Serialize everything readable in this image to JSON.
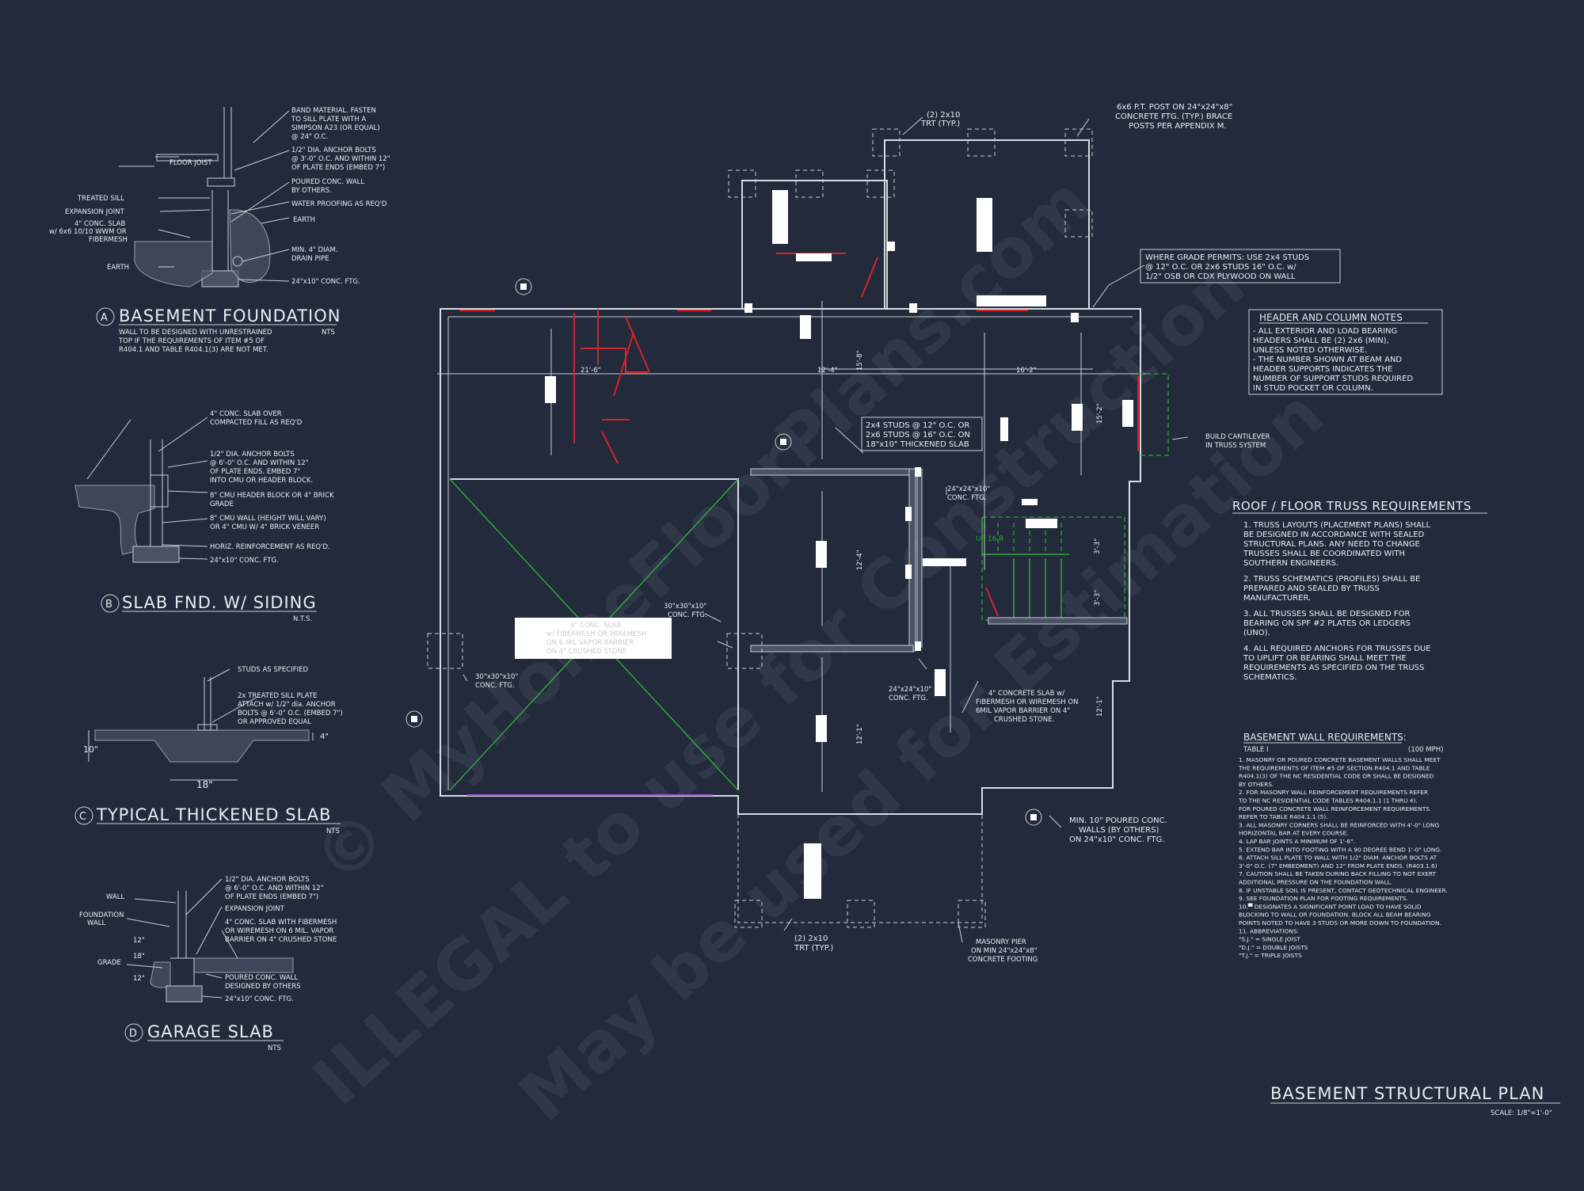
{
  "watermark": {
    "line1": "© MyHomeFloorPlans.com",
    "line2": "ILLEGAL to use for Construction",
    "line3": "May be used for Estimation"
  },
  "detail_a": {
    "marker": "A",
    "title": "BASEMENT FOUNDATION",
    "scale": "NTS",
    "note": [
      "WALL TO BE DESIGNED WITH UNRESTRAINED",
      "TOP IF THE REQUIREMENTS OF ITEM #5 OF",
      "R404.1 AND TABLE R404.1(3) ARE NOT MET."
    ],
    "labels": {
      "floor_joist": "FLOOR JOIST",
      "treated_sill": "TREATED SILL",
      "expansion_joint": "EXPANSION JOINT",
      "slab": [
        "4\" CONC. SLAB",
        "w/ 6x6 10/10 WWM OR",
        "FIBERMESH"
      ],
      "earth_left": "EARTH",
      "band": [
        "BAND MATERIAL. FASTEN",
        "TO SILL PLATE WITH A",
        "SIMPSON A23 (OR EQUAL)",
        "@ 24\" O.C."
      ],
      "anchor": [
        "1/2\" DIA. ANCHOR BOLTS",
        "@ 3'-0\" O.C. AND WITHIN 12\"",
        "OF PLATE ENDS (EMBED 7\")"
      ],
      "wall": [
        "POURED CONC. WALL",
        "BY OTHERS."
      ],
      "waterproof": "WATER PROOFING AS REQ'D",
      "earth_right": "EARTH",
      "drain": [
        "MIN. 4\" DIAM.",
        "DRAIN PIPE"
      ],
      "ftg": "24\"x10\" CONC. FTG."
    }
  },
  "detail_b": {
    "marker": "B",
    "title": "SLAB FND. W/ SIDING",
    "scale": "N.T.S.",
    "labels": {
      "slab": [
        "4\" CONC. SLAB OVER",
        "COMPACTED FILL AS REQ'D"
      ],
      "anchor": [
        "1/2\" DIA. ANCHOR BOLTS",
        "@ 6'-0\" O.C. AND WITHIN 12\"",
        "OF PLATE ENDS. EMBED 7\"",
        "INTO CMU OR HEADER BLOCK."
      ],
      "header": [
        "8\" CMU HEADER BLOCK OR 4\" BRICK",
        "GRADE"
      ],
      "cmu": [
        "8\" CMU WALL (HEIGHT WILL VARY)",
        "OR 4\" CMU W/ 4\" BRICK VENEER"
      ],
      "horiz": "HORIZ. REINFORCEMENT AS REQ'D.",
      "ftg": "24\"x10\" CONC. FTG."
    }
  },
  "detail_c": {
    "marker": "C",
    "title": "TYPICAL THICKENED SLAB",
    "scale": "NTS",
    "labels": {
      "studs": "STUDS AS SPECIFIED",
      "sill": [
        "2x TREATED SILL PLATE",
        "ATTACH w/ 1/2\" dia. ANCHOR",
        "BOLTS @ 6'-0\" O.C. (EMBED 7\")",
        "OR APPROVED EQUAL"
      ],
      "dim_depth": "10\"",
      "dim_slab": "4\"",
      "dim_width": "18\""
    }
  },
  "detail_d": {
    "marker": "D",
    "title": "GARAGE SLAB",
    "scale": "NTS",
    "labels": {
      "wall": "WALL",
      "fnd_wall": [
        "FOUNDATION",
        "WALL"
      ],
      "grade": "GRADE",
      "anchor": [
        "1/2\" DIA. ANCHOR BOLTS",
        "@ 6'-0\" O.C. AND WITHIN 12\"",
        "OF PLATE ENDS (EMBED 7\")"
      ],
      "expansion": "EXPANSION JOINT",
      "slab": [
        "4\" CONC. SLAB WITH FIBERMESH",
        "OR WIREMESH ON 6 MIL. VAPOR",
        "BARRIER ON 4\" CRUSHED STONE"
      ],
      "wall_note": [
        "POURED CONC. WALL",
        "DESIGNED BY OTHERS"
      ],
      "ftg": "24\"x10\" CONC. FTG.",
      "dim_12a": "12\"",
      "dim_18": "18\"",
      "dim_12b": "12\""
    }
  },
  "plan": {
    "post_note": [
      "6x6 P.T. POST ON 24\"x24\"x8\"",
      "CONCRETE FTG. (TYP.) BRACE",
      "POSTS PER APPENDIX M."
    ],
    "trt_top": [
      "(2) 2x10",
      "TRT (TYP.)"
    ],
    "grade_note": [
      "WHERE GRADE PERMITS: USE 2x4 STUDS",
      "@ 12\" O.C. OR 2x6 STUDS 16\" O.C. w/",
      "1/2\" OSB OR CDX PLYWOOD ON WALL"
    ],
    "studs_note": [
      "2x4 STUDS @ 12\" O.C. OR",
      "2x6 STUDS @ 16\" O.C. ON",
      "18\"x10\" THICKENED SLAB"
    ],
    "ftg_24_a": [
      "24\"x24\"x10\"",
      "CONC. FTG."
    ],
    "ftg_24_b": [
      "24\"x24\"x10\"",
      "CONC. FTG."
    ],
    "ftg_30_a": [
      "30\"x30\"x10\"",
      "CONC. FTG."
    ],
    "ftg_30_b": [
      "30\"x30\"x10\"",
      "CONC. FTG."
    ],
    "slab_note": [
      "4\" CONCRETE SLAB w/",
      "FIBERMESH OR WIREMESH ON",
      "6MIL VAPOR BARRIER ON 4\"",
      "CRUSHED STONE."
    ],
    "garage_slab": [
      "4\" CONC. SLAB",
      "w/ FIBERMESH OR WIREMESH",
      "ON 6 MIL VAPOR BARRIER",
      "ON 4\" CRUSHED STONE"
    ],
    "wall_note": [
      "MIN. 10\" POURED CONC.",
      "WALLS (BY OTHERS)",
      "ON 24\"x10\" CONC. FTG."
    ],
    "cantilever": [
      "BUILD CANTILEVER",
      "IN TRUSS SYSTEM"
    ],
    "pier": [
      "MASONRY PIER",
      "ON MIN 24\"x24\"x8\"",
      "CONCRETE FOOTING"
    ],
    "trt_bottom": [
      "(2) 2x10",
      "TRT (TYP.)"
    ],
    "stair_up": "UP 16 R",
    "dims": {
      "d1": "21'-6\"",
      "d2": "12'-4\"",
      "d3": "16'-2\"",
      "d4": "15'-8\"",
      "d5": "15'-2\"",
      "d6": "12'-4\"",
      "d7": "12'-1\"",
      "d8": "12'-1\"",
      "d9": "3'-3\"",
      "d10": "3'-3\""
    }
  },
  "header_notes": {
    "title": "HEADER AND COLUMN NOTES",
    "lines": [
      "- ALL EXTERIOR AND LOAD BEARING",
      "HEADERS SHALL BE (2) 2x6 (MIN),",
      "UNLESS NOTED OTHERWISE.",
      "- THE NUMBER SHOWN AT BEAM AND",
      "HEADER SUPPORTS INDICATES THE",
      "NUMBER OF SUPPORT STUDS REQUIRED",
      "IN STUD POCKET OR COLUMN."
    ]
  },
  "truss_notes": {
    "title": "ROOF / FLOOR  TRUSS REQUIREMENTS",
    "items": [
      [
        "1. TRUSS LAYOUTS (PLACEMENT PLANS) SHALL",
        "BE DESIGNED IN ACCORDANCE WITH SEALED",
        "STRUCTURAL PLANS. ANY NEED TO CHANGE",
        "TRUSSES SHALL BE COORDINATED WITH",
        "SOUTHERN ENGINEERS."
      ],
      [
        "2. TRUSS SCHEMATICS (PROFILES) SHALL BE",
        "PREPARED AND SEALED BY TRUSS",
        "MANUFACTURER."
      ],
      [
        "3. ALL TRUSSES SHALL BE DESIGNED FOR",
        "BEARING ON SPF #2 PLATES OR LEDGERS",
        "(UNO)."
      ],
      [
        "4. ALL REQUIRED ANCHORS FOR TRUSSES DUE",
        "TO UPLIFT OR BEARING SHALL MEET THE",
        "REQUIREMENTS AS SPECIFIED ON THE TRUSS",
        "SCHEMATICS."
      ]
    ]
  },
  "basement_wall": {
    "title": "BASEMENT WALL REQUIREMENTS:",
    "table": "TABLE I",
    "mph": "(100 MPH)",
    "lines": [
      "1. MASONRY OR POURED CONCRETE BASEMENT WALLS SHALL MEET",
      "THE REQUIREMENTS OF ITEM #5 OF SECTION R404.1 AND TABLE",
      "R404.1(3) OF THE NC RESIDENTIAL CODE OR SHALL BE DESIGNED",
      "BY OTHERS.",
      "2. FOR MASONRY WALL REINFORCEMENT REQUIREMENTS REFER",
      "TO THE NC RESIDENTIAL CODE TABLES R404.1.1 (1 THRU 4).",
      "FOR POURED CONCRETE WALL REINFORCEMENT REQUIREMENTS",
      "REFER TO TABLE R404.1.1 (5).",
      "3. ALL MASONRY CORNERS SHALL BE REINFORCED WITH 4'-0\" LONG",
      "HORIZONTAL BAR AT EVERY COURSE.",
      "4. LAP BAR JOINTS A MINIMUM OF 1'-6\".",
      "5. EXTEND BAR INTO FOOTING WITH A 90 DEGREE BEND 1'-0\" LONG.",
      "6. ATTACH SILL PLATE TO WALL WITH 1/2\" DIAM. ANCHOR BOLTS AT",
      "3'-0\" O.C. (7\" EMBEDMENT) AND 12\" FROM PLATE ENDS. (R403.1.6)",
      "7. CAUTION SHALL BE TAKEN DURING BACK FILLING TO NOT EXERT",
      "ADDITIONAL PRESSURE ON THE FOUNDATION WALL.",
      "8. IF UNSTABLE SOIL IS PRESENT, CONTACT GEOTECHNICAL ENGINEER.",
      "9. SEE FOUNDATION PLAN FOR FOOTING REQUIREMENTS.",
      "10.▀ DESIGNATES A SIGNIFICANT POINT LOAD TO HAVE SOLID",
      "BLOCKING TO WALL OR FOUNDATION. BLOCK ALL BEAM BEARING",
      "POINTS NOTED TO HAVE 3 STUDS OR MORE DOWN TO FOUNDATION.",
      "11. ABBREVIATIONS:",
      "\"S.J.\" = SINGLE JOIST",
      "\"D.J.\" = DOUBLE JOISTS",
      "\"T.J.\" = TRIPLE JOISTS"
    ]
  },
  "sheet": {
    "title": "BASEMENT STRUCTURAL PLAN",
    "scale": "SCALE: 1/8\"=1'-0\""
  }
}
